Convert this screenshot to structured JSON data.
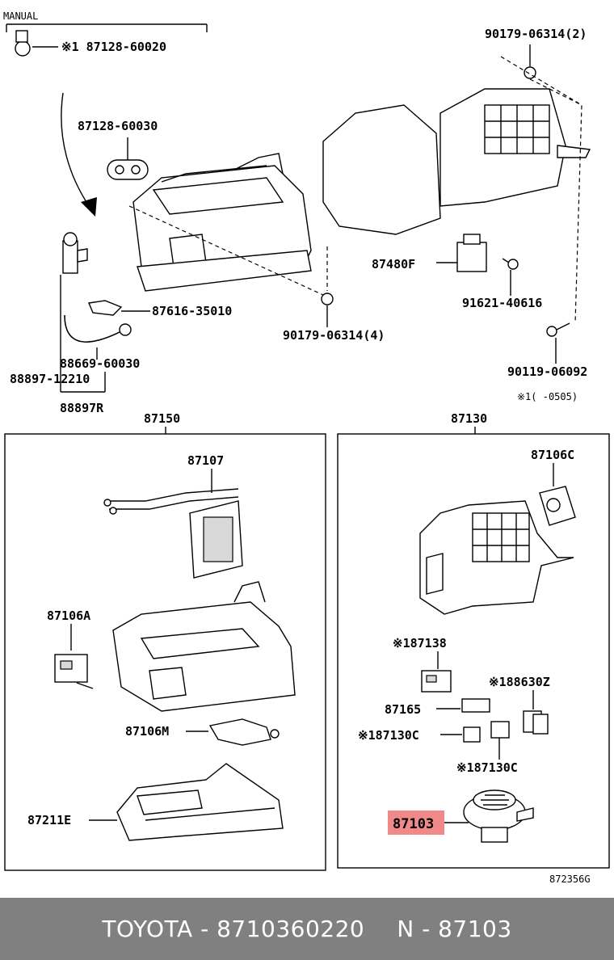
{
  "top_section": {
    "manual_label": "MANUAL",
    "clip_note": "※1 87128-60020",
    "labels": {
      "seal": "87128-60030",
      "nut_top": "90179-06314(2)",
      "relay": "87480F",
      "screw": "91621-40616",
      "clamp": "87616-35010",
      "nut_mid": "90179-06314(4)",
      "hose": "88669-60030",
      "pipe": "88897-12210",
      "bolt": "90119-06092",
      "kit": "88897R",
      "footnote": "※1(      -0505)"
    }
  },
  "boxes": {
    "left": {
      "title": "87150",
      "labels": {
        "heater_core": "87107",
        "servo_a": "87106A",
        "servo_m": "87106M",
        "duct_e": "87211E"
      }
    },
    "right": {
      "title": "87130",
      "labels": {
        "servo_c": "87106C",
        "resistor": "※187138",
        "connector": "87165",
        "relay_z": "※188630Z",
        "relay_c1": "※187130C",
        "relay_c2": "※187130C",
        "blower": "87103"
      }
    }
  },
  "diagram_code": "872356G",
  "footer": {
    "brand_part": "TOYOTA - 8710360220",
    "ref": "N - 87103"
  },
  "colors": {
    "highlight": "#f08a8a",
    "footer_bg": "#808080",
    "footer_text": "#ffffff"
  }
}
